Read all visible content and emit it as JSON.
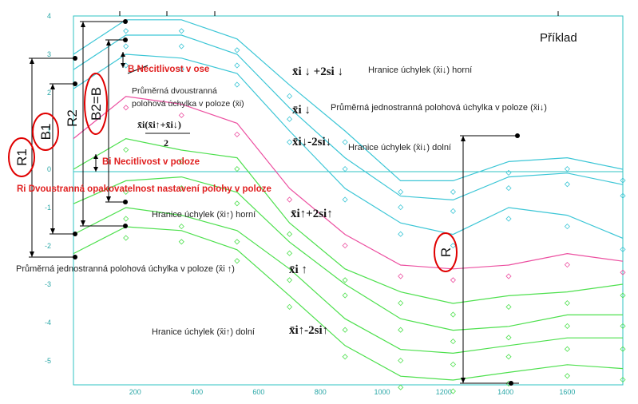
{
  "chart_data": {
    "type": "line",
    "title": "Příklad",
    "xlim": [
      0,
      1780
    ],
    "ylim": [
      -5.6,
      4.1
    ],
    "x_ticks": [
      "200",
      "400",
      "600",
      "800",
      "1000",
      "1200",
      "1400",
      "1600"
    ],
    "x_tick_values": [
      200,
      400,
      600,
      800,
      1000,
      1200,
      1400,
      1600
    ],
    "y_ticks": [
      "4",
      "3",
      "2",
      "1",
      "0",
      "-1",
      "-2",
      "-3",
      "-4",
      "-5"
    ],
    "y_tick_values": [
      4,
      3,
      2,
      1,
      0,
      -1,
      -2,
      -3,
      -4,
      -5
    ],
    "x": [
      0,
      170,
      350,
      530,
      700,
      880,
      1060,
      1230,
      1410,
      1600,
      1780
    ],
    "series": [
      {
        "color": "#3cc6d6",
        "values": [
          3.0,
          3.9,
          3.9,
          3.4,
          2.2,
          1.0,
          -0.3,
          -0.3,
          0.2,
          0.3,
          0.0
        ]
      },
      {
        "color": "#3cc6d6",
        "values": [
          2.6,
          3.5,
          3.5,
          3.0,
          1.6,
          0.3,
          -0.7,
          -0.8,
          -0.2,
          -0.1,
          -0.4
        ]
      },
      {
        "color": "#3cc6d6",
        "values": [
          2.1,
          3.0,
          2.9,
          2.5,
          1.0,
          -0.5,
          -1.4,
          -1.7,
          -1.0,
          -1.2,
          -1.8
        ]
      },
      {
        "color": "#ec4fa0",
        "values": [
          0.8,
          1.9,
          1.7,
          1.2,
          -0.5,
          -1.7,
          -2.5,
          -2.6,
          -2.5,
          -2.2,
          -2.4
        ]
      },
      {
        "color": "#4ee04e",
        "values": [
          0.0,
          0.8,
          0.5,
          0.3,
          -1.4,
          -2.6,
          -3.2,
          -3.5,
          -3.3,
          -3.2,
          -3.0
        ]
      },
      {
        "color": "#4ee04e",
        "values": [
          -0.9,
          -0.3,
          -0.2,
          -0.6,
          -1.9,
          -3.0,
          -3.9,
          -4.2,
          -4.1,
          -3.8,
          -3.8
        ]
      },
      {
        "color": "#4ee04e",
        "values": [
          -1.7,
          -1.0,
          -1.2,
          -1.6,
          -2.6,
          -3.9,
          -4.7,
          -4.8,
          -4.6,
          -4.4,
          -4.4
        ]
      },
      {
        "color": "#4ee04e",
        "values": [
          -2.2,
          -1.5,
          -1.6,
          -2.1,
          -3.3,
          -4.6,
          -5.4,
          -5.5,
          -5.3,
          -5.1,
          -5.2
        ]
      }
    ],
    "marker_columns": [
      170,
      350,
      530,
      700,
      880,
      1060,
      1230,
      1410,
      1600,
      1780
    ],
    "annotations": {
      "red_labels": {
        "b": "B Necitlivost v ose",
        "bi": "Bi Necitlivost v poloze",
        "ri": "Ri Dvoustranná opakovatelnost nastavení polohy v poloze"
      },
      "text_labels": {
        "avg_two_sided_1": "Průměrná dvoustranná",
        "avg_two_sided_2": "polohová úchylka v poloze (x̄i)",
        "upper_down": "Hranice úchylek (x̄i↓) horní",
        "avg_one_down": "Průměrná jednostranná polohová úchylka v poloze (x̄i↓)",
        "lower_down": "Hranice úchylek (x̄i↓) dolní",
        "upper_up": "Hranice úchylek (x̄i↑) horní",
        "avg_one_up": "Průměrná jednostranná polohová úchylka v poloze (x̄i ↑)",
        "lower_up": "Hranice úchylek (x̄i↑) dolní"
      },
      "formulas": {
        "f_upper_down": "x̄i ↓ +2si ↓",
        "f_avg_down": "x̄i ↓",
        "f_lower_down": "x̄i↓-2si↓",
        "f_upper_up": "x̄i↑+2si↑",
        "f_avg_up": "x̄i ↑",
        "f_lower_up": "x̄i↑-2si↑",
        "f_mean_num": "x̄i(x̄i↑+x̄i↓)",
        "f_mean_den": "2"
      },
      "circled": {
        "r1": "R1",
        "b1": "B1",
        "r2": "R2",
        "b2": "B2=B",
        "r": "R"
      }
    }
  }
}
